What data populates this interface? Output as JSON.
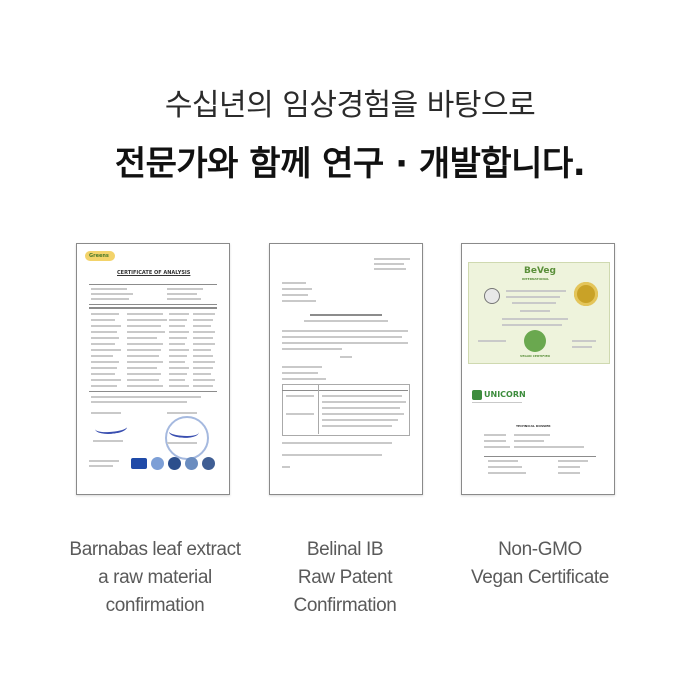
{
  "heading": {
    "line1": "수십년의 임상경험을 바탕으로",
    "line2": "전문가와 함께 연구 · 개발합니다."
  },
  "documents": [
    {
      "logo_text": "Greens",
      "title": "CERTIFICATE OF ANALYSIS",
      "caption_lines": [
        "Barnabas leaf extract",
        "a raw material",
        "confirmation"
      ]
    },
    {
      "caption_lines": [
        "Belinal IB",
        "Raw Patent",
        "Confirmation"
      ]
    },
    {
      "logo_text": "BeVeg",
      "logo_sub": "INTERNATIONAL",
      "seal_text": "VEGAN CERTIFIED",
      "brand_text": "UNICORN",
      "dossier_title": "TECHNICAL DOSSIER",
      "caption_lines": [
        "Non-GMO",
        "Vegan Certificate"
      ]
    }
  ],
  "colors": {
    "seal_gold": "#c9a227",
    "cert_green": "#5a8f3a",
    "stamp_blue": "#5b7fc4"
  }
}
